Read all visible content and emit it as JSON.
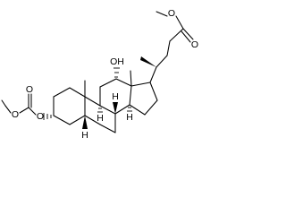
{
  "molecule": {
    "atom_labels": {
      "ester_o_single": "O",
      "ester_o_double": "O",
      "oh_12": "OH",
      "carbonate_o_ring": "O",
      "carbonate_o_double": "O",
      "carbonate_o_ethyl": "O",
      "h_5": "H",
      "h_8": "H",
      "h_9": "H",
      "h_14": "H"
    },
    "colors": {
      "ink": "#000000",
      "background": "#ffffff"
    }
  }
}
